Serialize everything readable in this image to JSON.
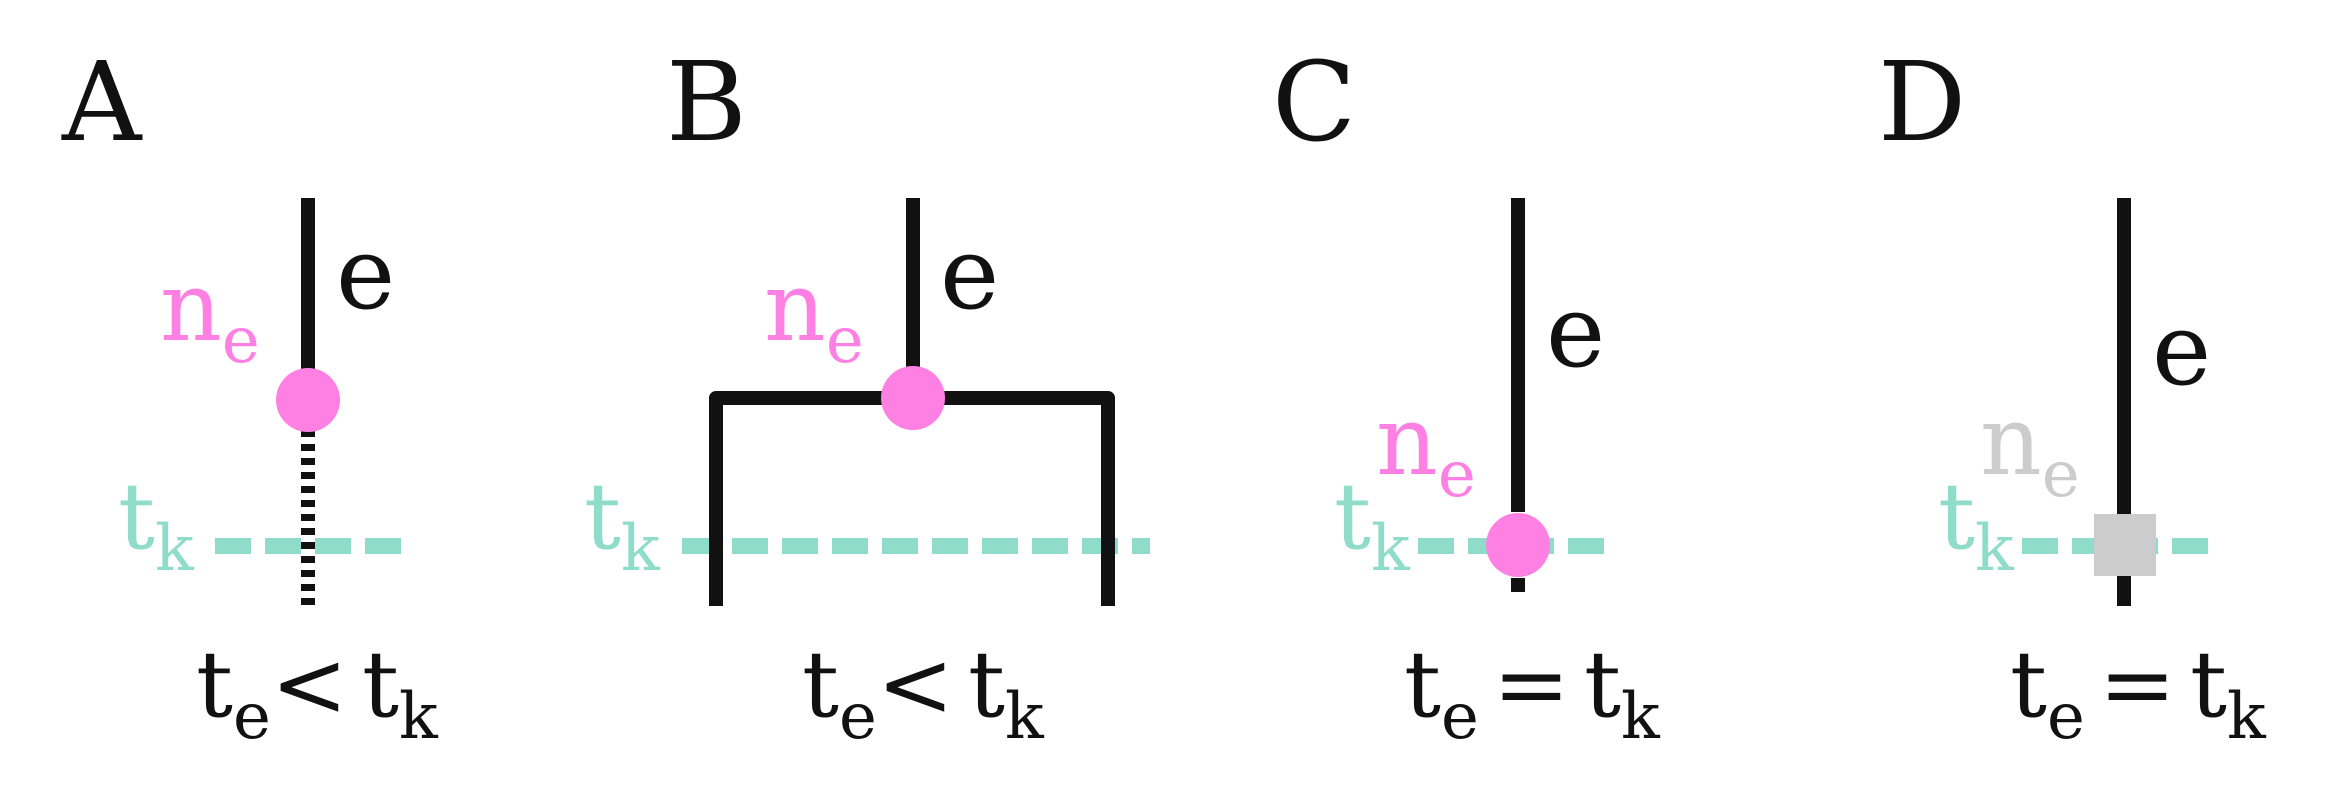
{
  "colors": {
    "edge": "#111111",
    "node_active": "#ff80e3",
    "node_inactive": "#cccccc",
    "time_line": "#8fdcca"
  },
  "panels": [
    {
      "label": "A",
      "edge_label": "e",
      "node_main": "n",
      "node_sub": "e",
      "time_main": "t",
      "time_sub": "k",
      "eq_left_main": "t",
      "eq_left_sub": "e",
      "eq_op": "<",
      "eq_right_main": "t",
      "eq_right_sub": "k"
    },
    {
      "label": "B",
      "edge_label": "e",
      "node_main": "n",
      "node_sub": "e",
      "time_main": "t",
      "time_sub": "k",
      "eq_left_main": "t",
      "eq_left_sub": "e",
      "eq_op": "<",
      "eq_right_main": "t",
      "eq_right_sub": "k"
    },
    {
      "label": "C",
      "edge_label": "e",
      "node_main": "n",
      "node_sub": "e",
      "time_main": "t",
      "time_sub": "k",
      "eq_left_main": "t",
      "eq_left_sub": "e",
      "eq_op": "=",
      "eq_right_main": "t",
      "eq_right_sub": "k"
    },
    {
      "label": "D",
      "edge_label": "e",
      "node_main": "n",
      "node_sub": "e",
      "time_main": "t",
      "time_sub": "k",
      "eq_left_main": "t",
      "eq_left_sub": "e",
      "eq_op": "=",
      "eq_right_main": "t",
      "eq_right_sub": "k"
    }
  ]
}
